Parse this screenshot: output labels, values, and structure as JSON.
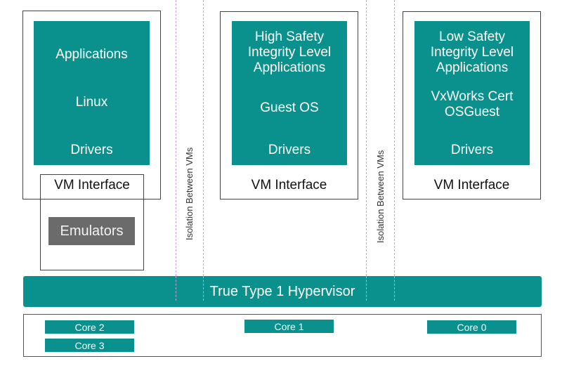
{
  "vms": [
    {
      "layers": [
        "Applications",
        "Linux",
        "Drivers"
      ],
      "interface_label": "VM Interface",
      "emulators_label": "Emulators"
    },
    {
      "layers": [
        "High Safety\nIntegrity Level\nApplications",
        "Guest OS",
        "Drivers"
      ],
      "layer_lines": [
        [
          "High Safety",
          "Integrity Level",
          "Applications"
        ],
        [
          "Guest OS"
        ],
        [
          "Drivers"
        ]
      ],
      "interface_label": "VM Interface"
    },
    {
      "layers": [
        "Low Safety\nIntegrity Level\nApplications",
        "VxWorks Cert\nOSGuest",
        "Drivers"
      ],
      "layer_lines": [
        [
          "Low Safety",
          "Integrity Level",
          "Applications"
        ],
        [
          "VxWorks Cert",
          "OSGuest"
        ],
        [
          "Drivers"
        ]
      ],
      "interface_label": "VM Interface"
    }
  ],
  "isolation_labels": [
    "Isolation Between VMs",
    "Isolation Between VMs"
  ],
  "hypervisor_label": "True Type 1 Hypervisor",
  "cores": [
    "Core 2",
    "Core 3",
    "Core 1",
    "Core 0"
  ],
  "colors": {
    "teal": "#0b918d",
    "emulator_gray": "#6b6b6b",
    "isolation_dash": "#c7a3d8",
    "border": "#444444"
  }
}
